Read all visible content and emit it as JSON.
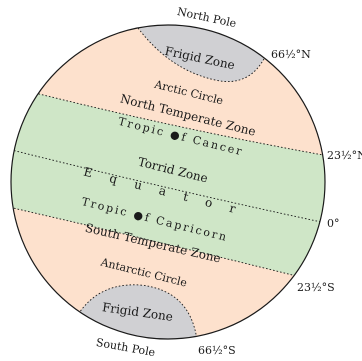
{
  "colors": {
    "frigid": "#d0d0d3",
    "temperate": "#fde1cd",
    "torrid": "#cfe6c7",
    "outline": "#1a1a1a"
  },
  "labels": {
    "north_pole": "North Pole",
    "south_pole": "South Pole",
    "north_frigid": "Frigid Zone",
    "south_frigid": "Frigid Zone",
    "arctic_circle": "Arctic Circle",
    "antarctic_circle": "Antarctic Circle",
    "north_temperate": "North Temperate Zone",
    "south_temperate": "South Temperate Zone",
    "tropic_cancer": "Tropic ●f Cancer",
    "tropic_capricorn": "Tropic ●f Capricorn",
    "torrid": "Torrid Zone",
    "equator": "E q u a t o r",
    "lat_66n": "66½°N",
    "lat_23n": "23½°N",
    "lat_0": "0°",
    "lat_23s": "23½°S",
    "lat_66s": "66½°S"
  }
}
